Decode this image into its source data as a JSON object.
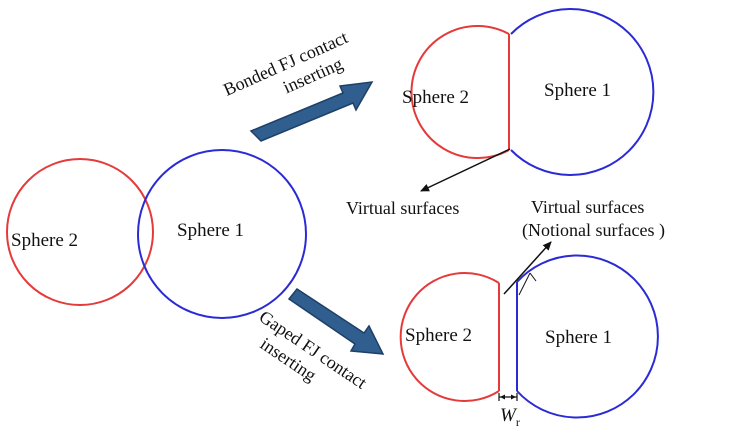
{
  "colors": {
    "sphere2": "#e53a3a",
    "sphere1": "#2b2bd6",
    "arrow_fill": "#2f5e8f",
    "arrow_stroke": "#1e3f66",
    "ink": "#111111"
  },
  "left": {
    "sphere2_label": "Sphere 2",
    "sphere1_label": "Sphere 1"
  },
  "top": {
    "arrow_label_line1": "Bonded FJ contact",
    "arrow_label_line2": "inserting",
    "sphere2_label": "Sphere 2",
    "sphere1_label": "Sphere 1",
    "virtual_surfaces_label": "Virtual  surfaces"
  },
  "bottom": {
    "arrow_label_line1": "Gaped FJ contact",
    "arrow_label_line2": "inserting",
    "virtual_surfaces_label": "Virtual  surfaces",
    "notional_surfaces_label": "(Notional surfaces )",
    "sphere2_label": "Sphere 2",
    "sphere1_label": "Sphere 1",
    "gap_symbol": "W",
    "gap_subscript": "r"
  }
}
